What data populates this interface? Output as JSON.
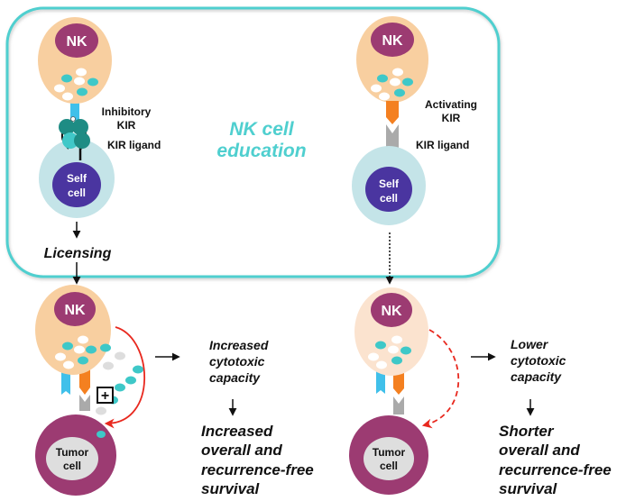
{
  "title": "NK cell education",
  "colors": {
    "box_border": "#4fcfcf",
    "nk_body": "#f8cfa0",
    "nk_body_pale": "#fbe3cf",
    "nk_nucleus": "#9c3b72",
    "granule_teal": "#3ec8c8",
    "granule_white": "#ffffff",
    "granule_grey": "#dddddd",
    "self_body": "#c4e4e8",
    "self_nucleus": "#4a35a0",
    "tumor_body": "#9c3b72",
    "tumor_nucleus": "#dedede",
    "inhibitory_receptor": "#40c0ea",
    "activating_receptor": "#f48020",
    "ligand": "#aaaaaa",
    "kir_cluster_dark": "#1e8c84",
    "kir_cluster_light": "#40c8c8",
    "red_arrow": "#e8281e"
  },
  "education": {
    "label_line1": "NK cell",
    "label_line2": "education",
    "left": {
      "nk_label": "NK",
      "receptor_line1": "Inhibitory",
      "receptor_line2": "KIR",
      "ligand_label": "KIR ligand",
      "target_line1": "Self",
      "target_line2": "cell",
      "outcome": "Licensing"
    },
    "right": {
      "nk_label": "NK",
      "receptor_line1": "Activating",
      "receptor_line2": "KIR",
      "ligand_label": "KIR ligand",
      "target_line1": "Self",
      "target_line2": "cell"
    }
  },
  "effector": {
    "left": {
      "nk_label": "NK",
      "signal_symbol": "+",
      "target_line1": "Tumor",
      "target_line2": "cell",
      "effect_lines": [
        "Increased",
        "cytotoxic",
        "capacity"
      ],
      "outcome_lines": [
        "Increased",
        "overall and",
        "recurrence-free",
        "survival"
      ]
    },
    "right": {
      "nk_label": "NK",
      "target_line1": "Tumor",
      "target_line2": "cell",
      "effect_lines": [
        "Lower",
        "cytotoxic",
        "capacity"
      ],
      "outcome_lines": [
        "Shorter",
        "overall and",
        "recurrence-free",
        "survival"
      ]
    }
  }
}
